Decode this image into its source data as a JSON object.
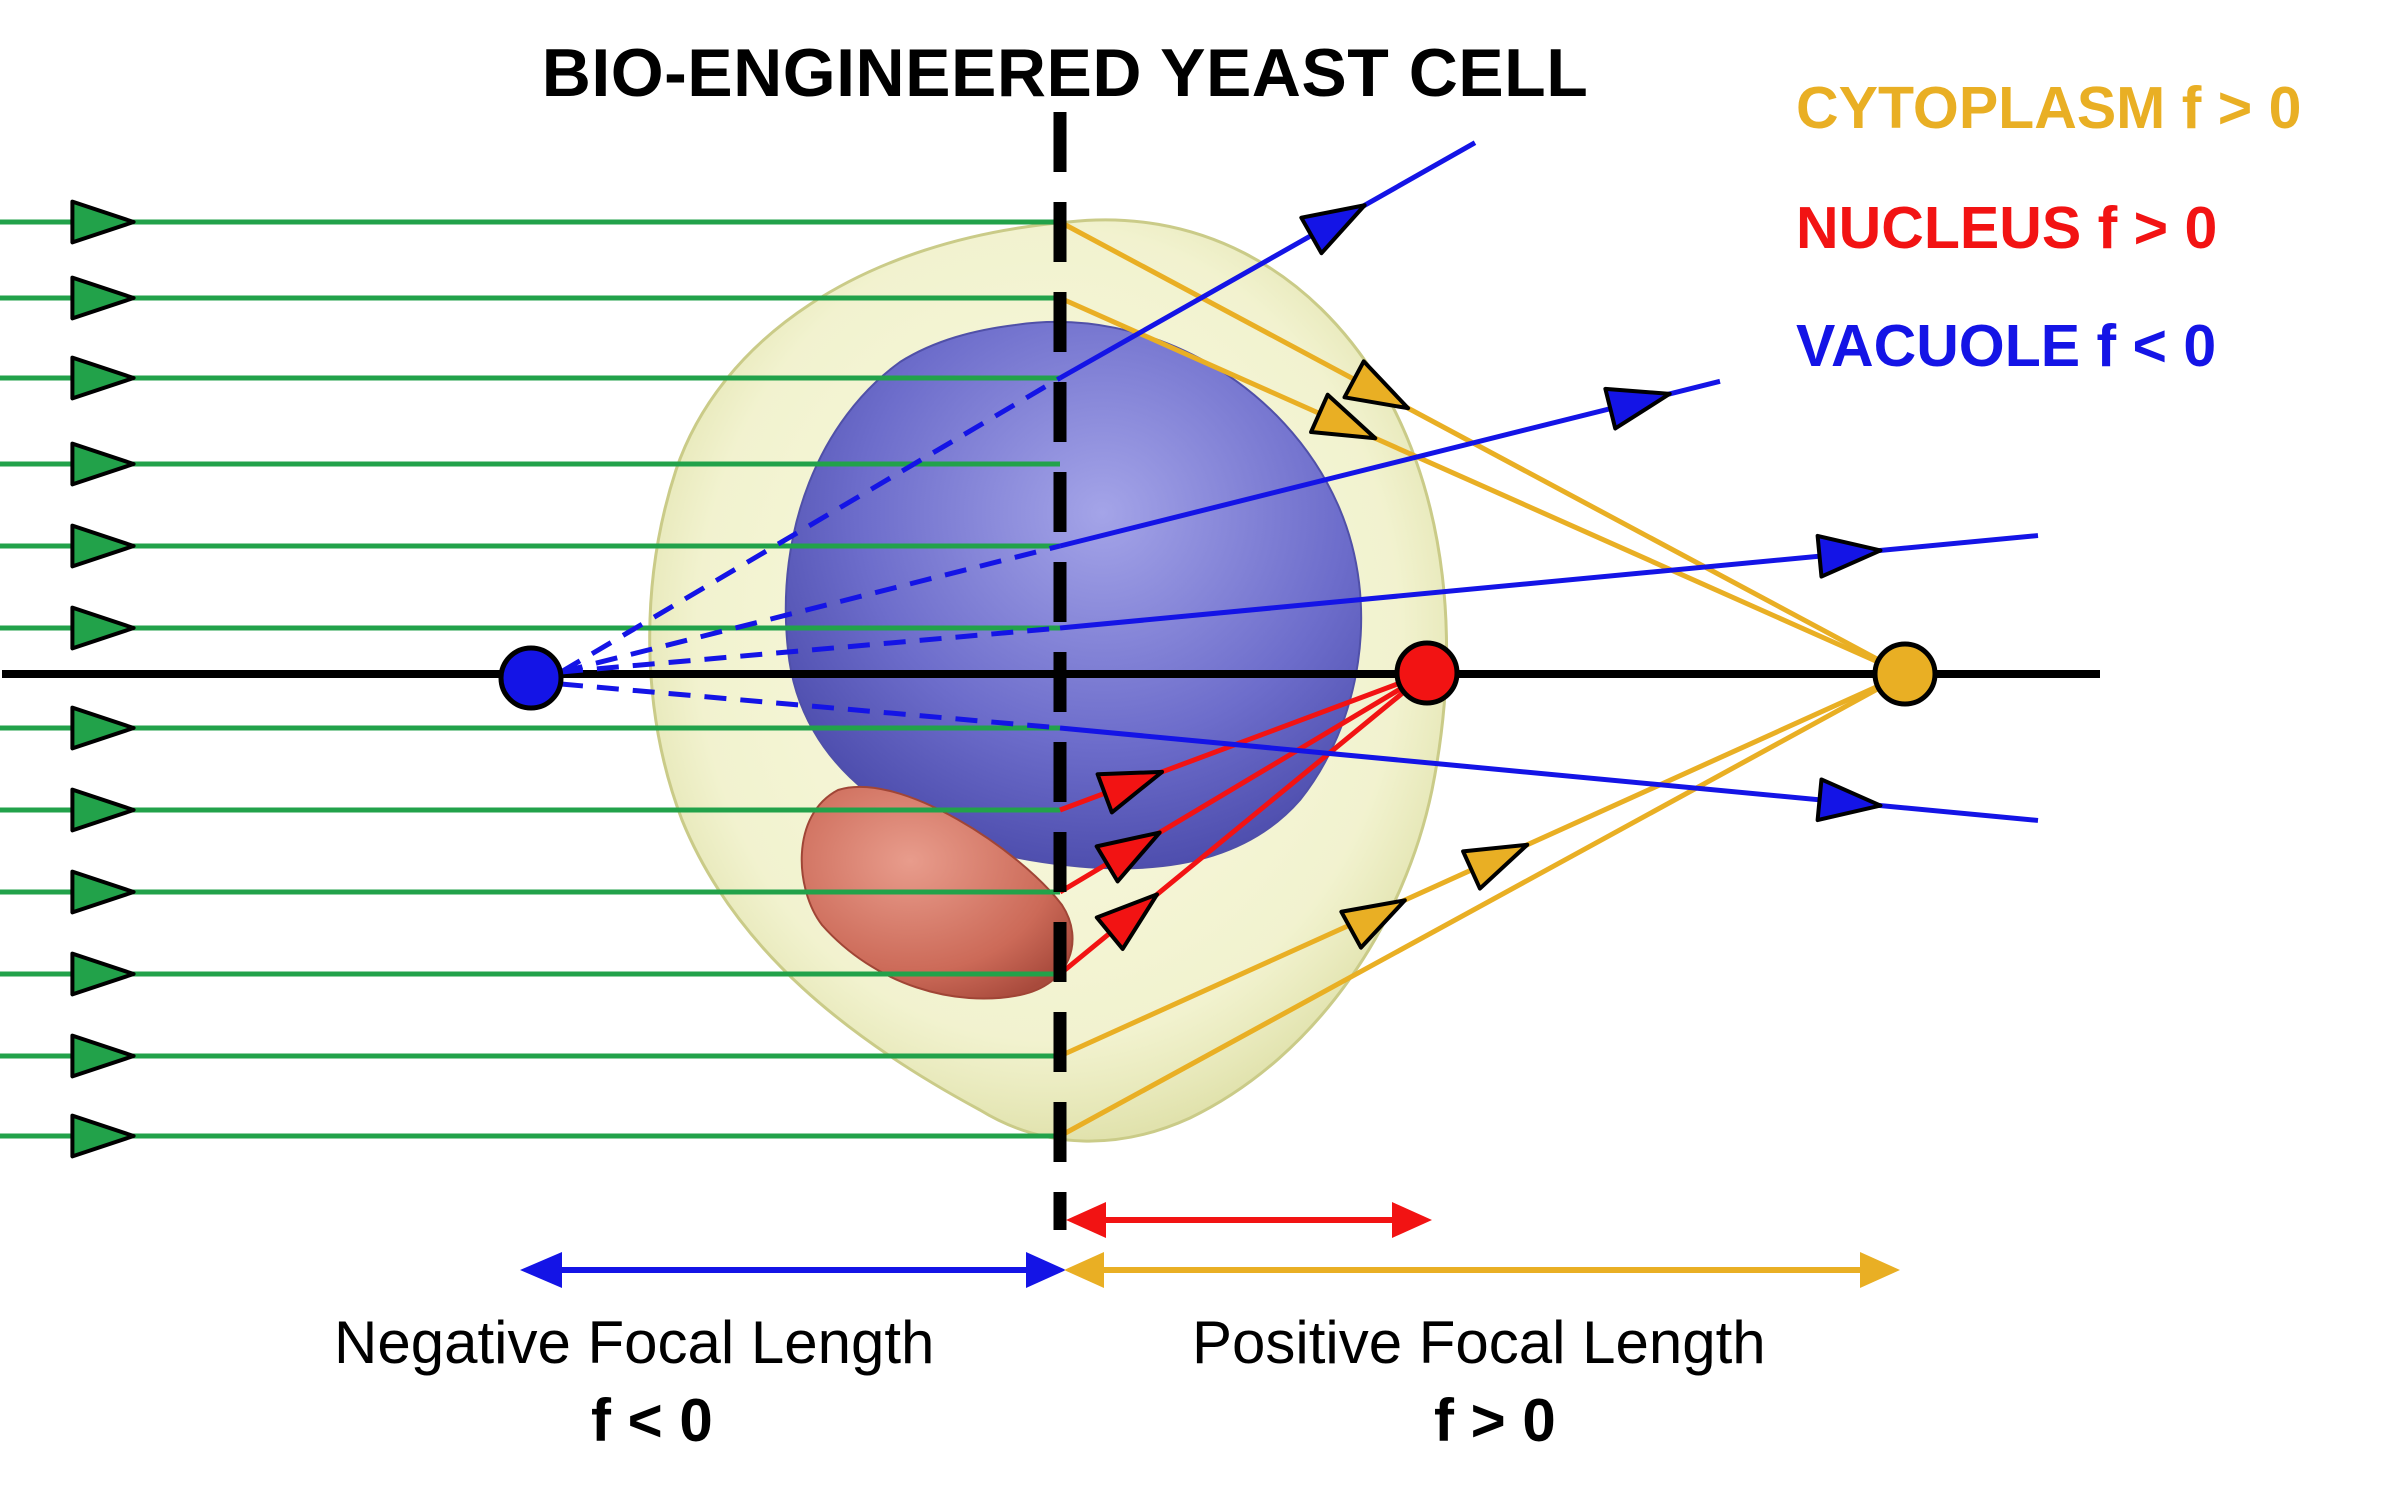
{
  "title": "BIO-ENGINEERED YEAST CELL",
  "legend": [
    {
      "text": "CYTOPLASM f > 0",
      "color": "#E9AF24"
    },
    {
      "text": "NUCLEUS f > 0",
      "color": "#F21313"
    },
    {
      "text": "VACUOLE f < 0",
      "color": "#1414E6"
    }
  ],
  "negative": {
    "caption": "Negative Focal Length",
    "symbol": "f < 0"
  },
  "positive": {
    "caption": "Positive Focal Length",
    "symbol": "f > 0"
  },
  "colors": {
    "incident_ray": "#22A24A",
    "cytoplasm": "#E9AF24",
    "nucleus": "#F21313",
    "vacuole": "#1414E6",
    "cell_membrane": "#EEEFB0",
    "vacuole_body": "#6F6FCC",
    "nucleus_body": "#D07060"
  },
  "incident_ray_count": 12
}
